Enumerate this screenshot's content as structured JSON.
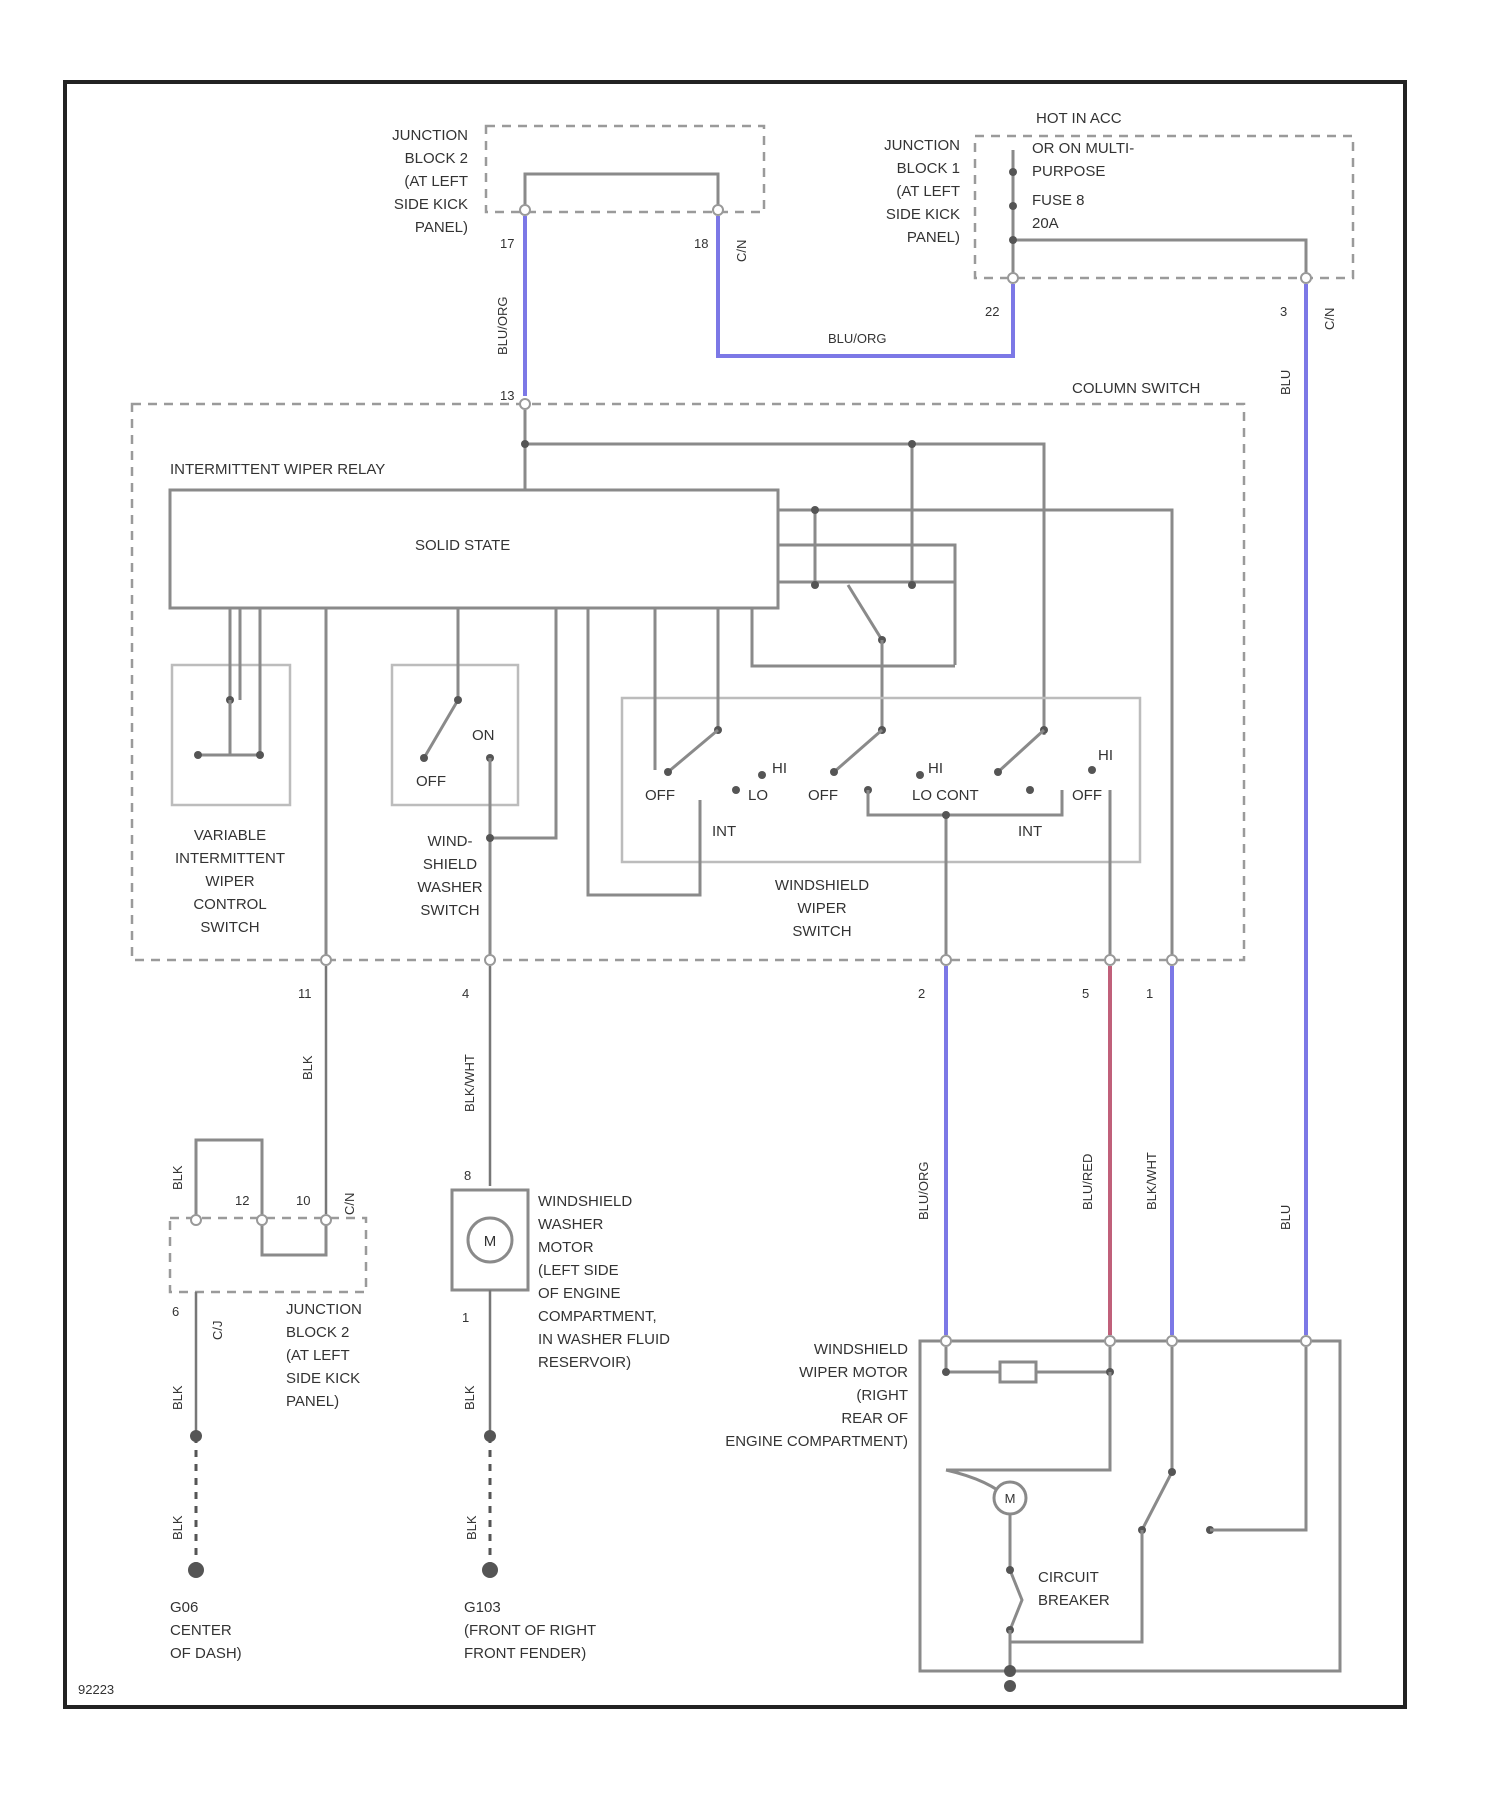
{
  "diagram": {
    "figure_id": "92223",
    "junction_block_2_top": [
      "JUNCTION",
      "BLOCK 2",
      "(AT LEFT",
      "SIDE KICK",
      "PANEL)"
    ],
    "hot_label": "HOT IN ACC",
    "junction_block_1": [
      "JUNCTION",
      "BLOCK 1",
      "(AT LEFT",
      "SIDE KICK",
      "PANEL)"
    ],
    "fuse_text": [
      "OR ON MULTI-",
      "PURPOSE",
      "FUSE 8",
      "20A"
    ],
    "column_switch": "COLUMN SWITCH",
    "relay_label": "INTERMITTENT WIPER RELAY",
    "solid_state": "SOLID STATE",
    "var_switch": [
      "VARIABLE",
      "INTERMITTENT",
      "WIPER",
      "CONTROL",
      "SWITCH"
    ],
    "washer_switch": [
      "WIND-",
      "SHIELD",
      "WASHER",
      "SWITCH"
    ],
    "wiper_switch": [
      "WINDSHIELD",
      "WIPER",
      "SWITCH"
    ],
    "junction_block_2_bottom": [
      "JUNCTION",
      "BLOCK 2",
      "(AT LEFT",
      "SIDE KICK",
      "PANEL)"
    ],
    "washer_motor": [
      "WINDSHIELD",
      "WASHER",
      "MOTOR",
      "(LEFT SIDE",
      "OF ENGINE",
      "COMPARTMENT,",
      "IN WASHER FLUID",
      "RESERVOIR)"
    ],
    "wiper_motor": [
      "WINDSHIELD",
      "WIPER MOTOR",
      "(RIGHT",
      "REAR OF",
      "ENGINE COMPARTMENT)"
    ],
    "circuit_breaker": [
      "CIRCUIT",
      "BREAKER"
    ],
    "ground_left": [
      "G06",
      "CENTER",
      "OF DASH)"
    ],
    "ground_right": [
      "G103",
      "(FRONT OF RIGHT",
      "FRONT FENDER)"
    ],
    "wire_colors": {
      "blu_org": "BLU/ORG",
      "blk": "BLK",
      "blk_wht": "BLK/WHT",
      "blu_red": "BLU/RED",
      "blu": "BLU",
      "cn": "C/N",
      "c_left": "C/J"
    },
    "switch_positions": {
      "off": "OFF",
      "on": "ON",
      "lo": "LO",
      "hi": "HI",
      "int": "INT",
      "lo_cont": "LO CONT"
    },
    "pins": {
      "p17": "17",
      "p18": "18",
      "p22": "22",
      "p3": "3",
      "p13": "13",
      "p4": "4",
      "p2": "2",
      "p11": "11",
      "p5": "5",
      "p1": "1",
      "p12": "12",
      "p10": "10",
      "p6": "6",
      "p8": "8"
    },
    "motor_symbol": "M",
    "colors": {
      "frame": "#222222",
      "wire": "#8a8a8a",
      "blue_wire": "#7c78e6",
      "red_wire": "#c0607a"
    }
  }
}
